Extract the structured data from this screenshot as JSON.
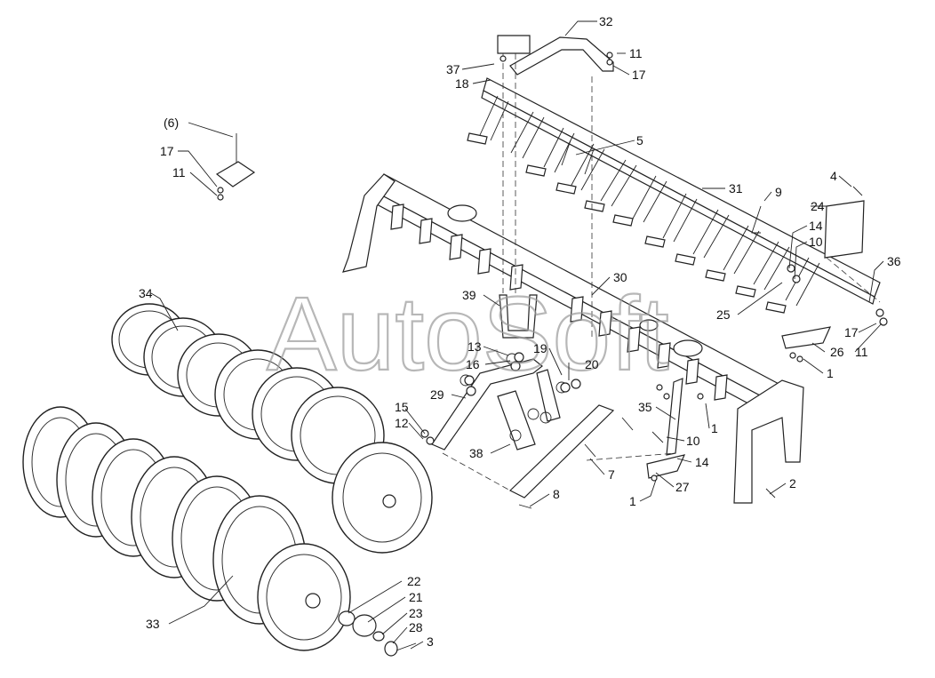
{
  "watermark": "AutoSoft",
  "callouts": [
    {
      "id": "c32",
      "text": "32"
    },
    {
      "id": "c11a",
      "text": "11"
    },
    {
      "id": "c37",
      "text": "37"
    },
    {
      "id": "c17a",
      "text": "17"
    },
    {
      "id": "c18",
      "text": "18"
    },
    {
      "id": "c6",
      "text": "(6)"
    },
    {
      "id": "c17b",
      "text": "17"
    },
    {
      "id": "c11b",
      "text": "11"
    },
    {
      "id": "c5",
      "text": "5"
    },
    {
      "id": "c4",
      "text": "4"
    },
    {
      "id": "c31",
      "text": "31"
    },
    {
      "id": "c9",
      "text": "9"
    },
    {
      "id": "c24",
      "text": "24"
    },
    {
      "id": "c14a",
      "text": "14"
    },
    {
      "id": "c10a",
      "text": "10"
    },
    {
      "id": "c36",
      "text": "36"
    },
    {
      "id": "c30",
      "text": "30"
    },
    {
      "id": "c34",
      "text": "34"
    },
    {
      "id": "c39",
      "text": "39"
    },
    {
      "id": "c25",
      "text": "25"
    },
    {
      "id": "c17c",
      "text": "17"
    },
    {
      "id": "c11c",
      "text": "11"
    },
    {
      "id": "c26",
      "text": "26"
    },
    {
      "id": "c13",
      "text": "13"
    },
    {
      "id": "c19",
      "text": "19"
    },
    {
      "id": "c16",
      "text": "16"
    },
    {
      "id": "c20",
      "text": "20"
    },
    {
      "id": "c1a",
      "text": "1"
    },
    {
      "id": "c29",
      "text": "29"
    },
    {
      "id": "c15",
      "text": "15"
    },
    {
      "id": "c35",
      "text": "35"
    },
    {
      "id": "c1b",
      "text": "1"
    },
    {
      "id": "c12",
      "text": "12"
    },
    {
      "id": "c10b",
      "text": "10"
    },
    {
      "id": "c38",
      "text": "38"
    },
    {
      "id": "c7",
      "text": "7"
    },
    {
      "id": "c14b",
      "text": "14"
    },
    {
      "id": "c27",
      "text": "27"
    },
    {
      "id": "c2",
      "text": "2"
    },
    {
      "id": "c8",
      "text": "8"
    },
    {
      "id": "c1c",
      "text": "1"
    },
    {
      "id": "c22",
      "text": "22"
    },
    {
      "id": "c21",
      "text": "21"
    },
    {
      "id": "c23",
      "text": "23"
    },
    {
      "id": "c33",
      "text": "33"
    },
    {
      "id": "c28",
      "text": "28"
    },
    {
      "id": "c3",
      "text": "3"
    }
  ]
}
